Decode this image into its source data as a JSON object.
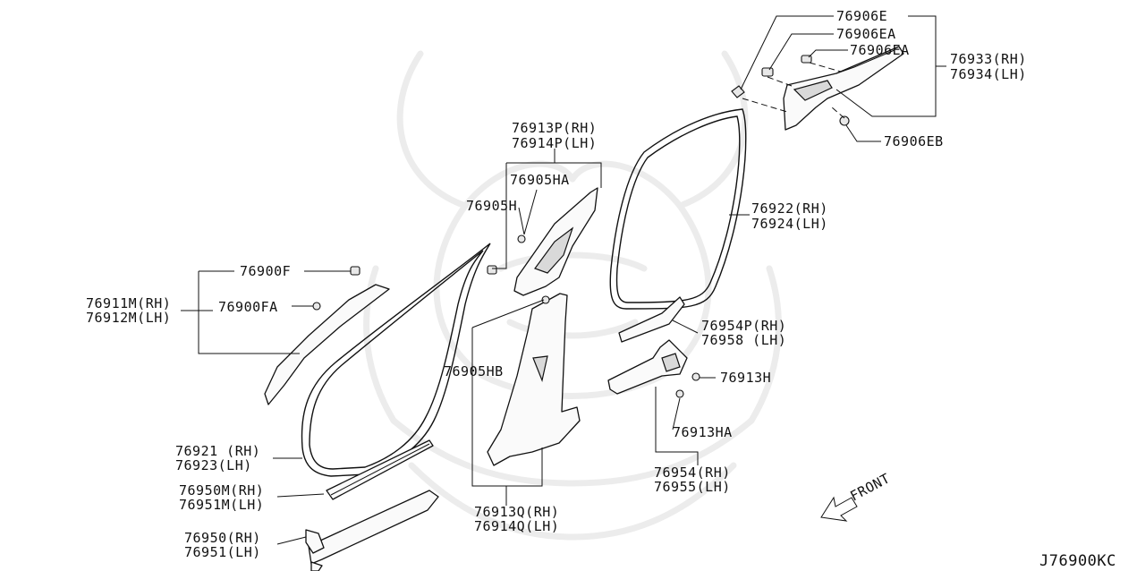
{
  "diagram_id": "J76900KC",
  "front_label": "FRONT",
  "parts": {
    "p76906E": "76906E",
    "p76906EA_1": "76906EA",
    "p76906EA_2": "76906EA",
    "p76933_rh": "76933(RH)",
    "p76934_lh": "76934(LH)",
    "p76906EB": "76906EB",
    "p76913P_rh": "76913P(RH)",
    "p76914P_lh": "76914P(LH)",
    "p76905HA": "76905HA",
    "p76905H": "76905H",
    "p76922_rh": "76922(RH)",
    "p76924_lh": "76924(LH)",
    "p76900F": "76900F",
    "p76911M_rh": "76911M(RH)",
    "p76912M_lh": "76912M(LH)",
    "p76900FA": "76900FA",
    "p76954P_rh": "76954P(RH)",
    "p76958_lh": "76958 (LH)",
    "p76905HB": "76905HB",
    "p76913H": "76913H",
    "p76913HA": "76913HA",
    "p76921_rh": "76921 (RH)",
    "p76923_lh": "76923(LH)",
    "p76954_rh": "76954(RH)",
    "p76955_lh": "76955(LH)",
    "p76950M_rh": "76950M(RH)",
    "p76951M_lh": "76951M(LH)",
    "p76913Q_rh": "76913Q(RH)",
    "p76914Q_lh": "76914Q(LH)",
    "p76950_rh": "76950(RH)",
    "p76951_lh": "76951(LH)"
  }
}
